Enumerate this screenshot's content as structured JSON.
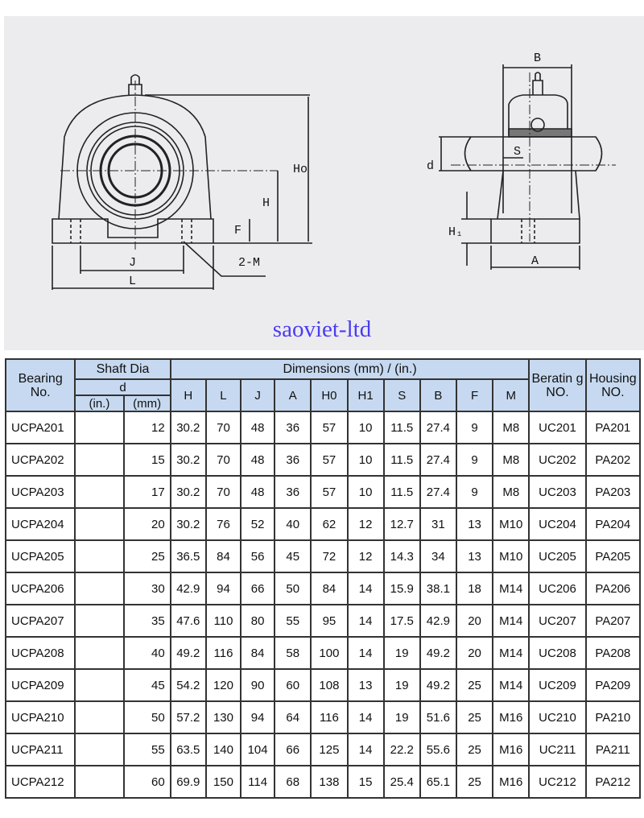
{
  "drawing": {
    "labels": {
      "B": "B",
      "S": "S",
      "d": "d",
      "Ho": "Ho",
      "H": "H",
      "F": "F",
      "J": "J",
      "L": "L",
      "M": "2-M",
      "H1": "H₁",
      "A": "A"
    },
    "watermark": "saoviet-ltd"
  },
  "table": {
    "headers": {
      "bearing_no": "Bearing No.",
      "shaft_dia": "Shaft Dia",
      "d": "d",
      "in": "(in.)",
      "mm": "(mm)",
      "dimensions": "Dimensions  (mm)  /  (in.)",
      "dims": [
        "H",
        "L",
        "J",
        "A",
        "H0",
        "H1",
        "S",
        "B",
        "F",
        "M"
      ],
      "bearing_unit_no": "Beratin g NO.",
      "housing_no": "Housing NO."
    },
    "rows": [
      [
        "UCPA201",
        "",
        "12",
        "30.2",
        "70",
        "48",
        "36",
        "57",
        "10",
        "11.5",
        "27.4",
        "9",
        "M8",
        "UC201",
        "PA201"
      ],
      [
        "UCPA202",
        "",
        "15",
        "30.2",
        "70",
        "48",
        "36",
        "57",
        "10",
        "11.5",
        "27.4",
        "9",
        "M8",
        "UC202",
        "PA202"
      ],
      [
        "UCPA203",
        "",
        "17",
        "30.2",
        "70",
        "48",
        "36",
        "57",
        "10",
        "11.5",
        "27.4",
        "9",
        "M8",
        "UC203",
        "PA203"
      ],
      [
        "UCPA204",
        "",
        "20",
        "30.2",
        "76",
        "52",
        "40",
        "62",
        "12",
        "12.7",
        "31",
        "13",
        "M10",
        "UC204",
        "PA204"
      ],
      [
        "UCPA205",
        "",
        "25",
        "36.5",
        "84",
        "56",
        "45",
        "72",
        "12",
        "14.3",
        "34",
        "13",
        "M10",
        "UC205",
        "PA205"
      ],
      [
        "UCPA206",
        "",
        "30",
        "42.9",
        "94",
        "66",
        "50",
        "84",
        "14",
        "15.9",
        "38.1",
        "18",
        "M14",
        "UC206",
        "PA206"
      ],
      [
        "UCPA207",
        "",
        "35",
        "47.6",
        "110",
        "80",
        "55",
        "95",
        "14",
        "17.5",
        "42.9",
        "20",
        "M14",
        "UC207",
        "PA207"
      ],
      [
        "UCPA208",
        "",
        "40",
        "49.2",
        "116",
        "84",
        "58",
        "100",
        "14",
        "19",
        "49.2",
        "20",
        "M14",
        "UC208",
        "PA208"
      ],
      [
        "UCPA209",
        "",
        "45",
        "54.2",
        "120",
        "90",
        "60",
        "108",
        "13",
        "19",
        "49.2",
        "25",
        "M14",
        "UC209",
        "PA209"
      ],
      [
        "UCPA210",
        "",
        "50",
        "57.2",
        "130",
        "94",
        "64",
        "116",
        "14",
        "19",
        "51.6",
        "25",
        "M16",
        "UC210",
        "PA210"
      ],
      [
        "UCPA211",
        "",
        "55",
        "63.5",
        "140",
        "104",
        "66",
        "125",
        "14",
        "22.2",
        "55.6",
        "25",
        "M16",
        "UC211",
        "PA211"
      ],
      [
        "UCPA212",
        "",
        "60",
        "69.9",
        "150",
        "114",
        "68",
        "138",
        "15",
        "25.4",
        "65.1",
        "25",
        "M16",
        "UC212",
        "PA212"
      ]
    ]
  }
}
